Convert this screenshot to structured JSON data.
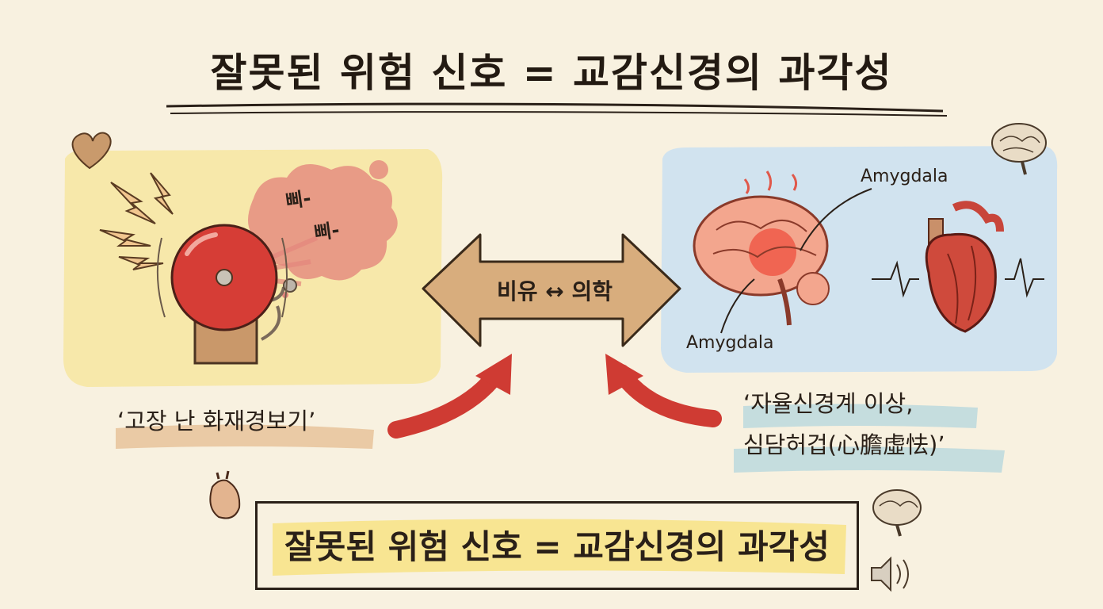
{
  "title": "잘못된 위험 신호 = 교감신경의 과각성",
  "left_panel": {
    "beep_1": "삐-",
    "beep_2": "삐-",
    "caption": "‘고장 난 화재경보기’"
  },
  "center_arrow": {
    "label": "비유 ↔ 의학"
  },
  "right_panel": {
    "amygdala_label_top": "Amygdala",
    "amygdala_label_bottom": "Amygdala",
    "caption_line1": "‘자율신경계 이상,",
    "caption_line2": "심담허겁(心膽虛怯)’"
  },
  "bottom_box": {
    "text": "잘못된 위험 신호 = 교감신경의 과각성"
  },
  "colors": {
    "background": "#f8f1e0",
    "left_panel": "#f7e7a6",
    "right_panel": "#cfe1ef",
    "red_arrow": "#cf3b33",
    "tan_arrow": "#d8ad7d",
    "bell_red": "#d63d36",
    "caption_left_highlight": "#e8c39a",
    "caption_right_highlight": "#bcd9dd",
    "bottom_highlight": "#f7e38a"
  },
  "icons": [
    "heart-icon",
    "brain-icon",
    "alarm-bell-icon",
    "anatomical-heart-icon",
    "speaker-icon",
    "lightning-icon",
    "smoke-cloud-icon"
  ]
}
